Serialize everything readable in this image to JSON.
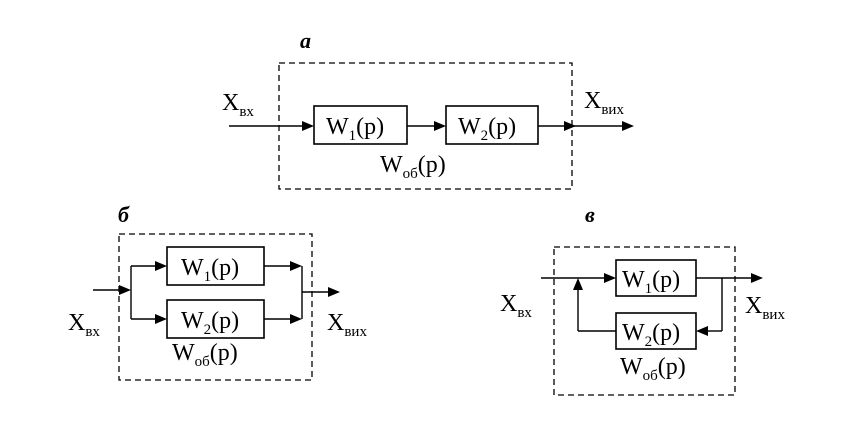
{
  "diagram": {
    "part_a": {
      "tag": "а",
      "input": {
        "main": "X",
        "sub": "вх"
      },
      "output": {
        "main": "X",
        "sub": "вих"
      },
      "block1": {
        "main": "W",
        "sub": "1",
        "arg": "(p)"
      },
      "block2": {
        "main": "W",
        "sub": "2",
        "arg": "(p)"
      },
      "total": {
        "main": "W",
        "sub": "об",
        "arg": "(p)"
      }
    },
    "part_b": {
      "tag": "б",
      "input": {
        "main": "X",
        "sub": "вх"
      },
      "output": {
        "main": "X",
        "sub": "вих"
      },
      "block1": {
        "main": "W",
        "sub": "1",
        "arg": "(p)"
      },
      "block2": {
        "main": "W",
        "sub": "2",
        "arg": "(p)"
      },
      "total": {
        "main": "W",
        "sub": "об",
        "arg": "(p)"
      }
    },
    "part_v": {
      "tag": "в",
      "input": {
        "main": "X",
        "sub": "вх"
      },
      "output": {
        "main": "X",
        "sub": "вих"
      },
      "block1": {
        "main": "W",
        "sub": "1",
        "arg": "(p)"
      },
      "block2": {
        "main": "W",
        "sub": "2",
        "arg": "(p)"
      },
      "total": {
        "main": "W",
        "sub": "об",
        "arg": "(p)"
      }
    }
  }
}
